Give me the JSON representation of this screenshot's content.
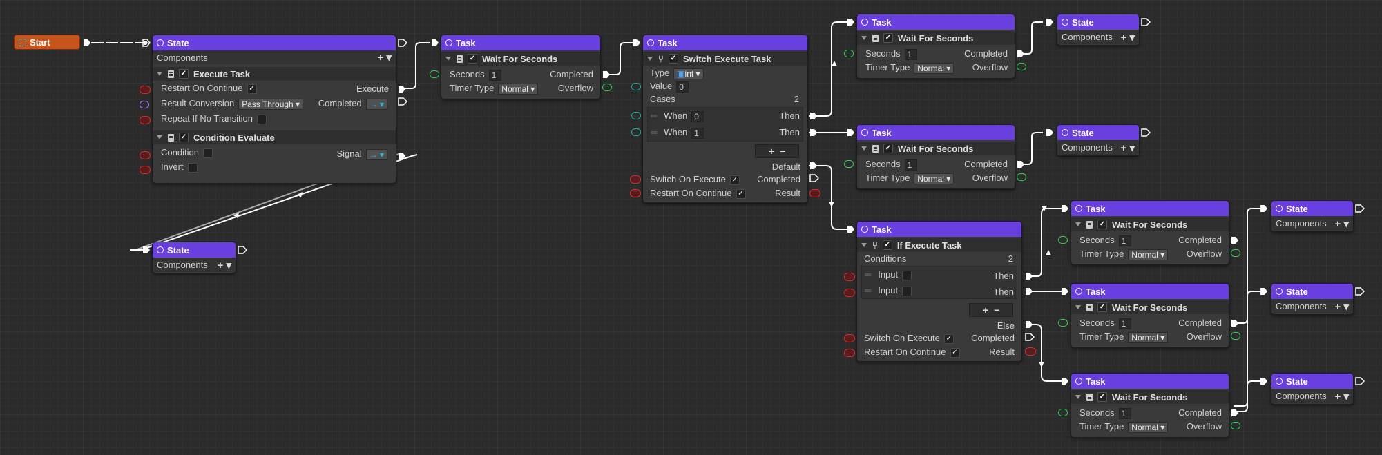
{
  "start": {
    "label": "Start"
  },
  "nodes": {
    "state_main": {
      "title": "State",
      "components": "Components",
      "execute": {
        "title": "Execute Task",
        "restart": "Restart On Continue",
        "result_conv": "Result Conversion",
        "result_conv_value": "Pass Through",
        "repeat": "Repeat If No Transition",
        "out_execute": "Execute",
        "out_completed": "Completed"
      },
      "cond": {
        "title": "Condition Evaluate",
        "condition": "Condition",
        "invert": "Invert",
        "signal": "Signal"
      }
    },
    "state_lower": {
      "title": "State",
      "components": "Components"
    },
    "task_wait1": {
      "title": "Task",
      "sub": "Wait For Seconds",
      "seconds": "Seconds",
      "seconds_value": "1",
      "timer": "Timer Type",
      "timer_value": "Normal",
      "completed": "Completed",
      "overflow": "Overflow"
    },
    "task_switch": {
      "title": "Task",
      "sub": "Switch Execute Task",
      "type": "Type",
      "type_value": "int",
      "value": "Value",
      "value_value": "0",
      "cases": "Cases",
      "cases_count": "2",
      "case1_when": "When",
      "case1_val": "0",
      "case1_then": "Then",
      "case2_when": "When",
      "case2_val": "1",
      "case2_then": "Then",
      "default": "Default",
      "switch_on": "Switch On Execute",
      "completed": "Completed",
      "restart": "Restart On Continue",
      "result": "Result"
    },
    "task_w_a": {
      "title": "Task",
      "sub": "Wait For Seconds",
      "seconds": "Seconds",
      "seconds_value": "1",
      "timer": "Timer Type",
      "timer_value": "Normal",
      "completed": "Completed",
      "overflow": "Overflow"
    },
    "task_w_b": {
      "title": "Task",
      "sub": "Wait For Seconds",
      "seconds": "Seconds",
      "seconds_value": "1",
      "timer": "Timer Type",
      "timer_value": "Normal",
      "completed": "Completed",
      "overflow": "Overflow"
    },
    "state_a": {
      "title": "State",
      "components": "Components"
    },
    "state_b": {
      "title": "State",
      "components": "Components"
    },
    "task_if": {
      "title": "Task",
      "sub": "If Execute Task",
      "conditions": "Conditions",
      "conditions_count": "2",
      "in1": "Input",
      "then1": "Then",
      "in2": "Input",
      "then2": "Then",
      "else": "Else",
      "switch_on": "Switch On Execute",
      "completed": "Completed",
      "restart": "Restart On Continue",
      "result": "Result"
    },
    "task_w_c": {
      "title": "Task",
      "sub": "Wait For Seconds",
      "seconds": "Seconds",
      "seconds_value": "1",
      "timer": "Timer Type",
      "timer_value": "Normal",
      "completed": "Completed",
      "overflow": "Overflow"
    },
    "task_w_d": {
      "title": "Task",
      "sub": "Wait For Seconds",
      "seconds": "Seconds",
      "seconds_value": "1",
      "timer": "Timer Type",
      "timer_value": "Normal",
      "completed": "Completed",
      "overflow": "Overflow"
    },
    "task_w_e": {
      "title": "Task",
      "sub": "Wait For Seconds",
      "seconds": "Seconds",
      "seconds_value": "1",
      "timer": "Timer Type",
      "timer_value": "Normal",
      "completed": "Completed",
      "overflow": "Overflow"
    },
    "state_c": {
      "title": "State",
      "components": "Components"
    },
    "state_d": {
      "title": "State",
      "components": "Components"
    },
    "state_e": {
      "title": "State",
      "components": "Components"
    }
  },
  "colors": {
    "header": "#6a3fe0",
    "start": "#c7541c",
    "wire": "#ffffff"
  }
}
